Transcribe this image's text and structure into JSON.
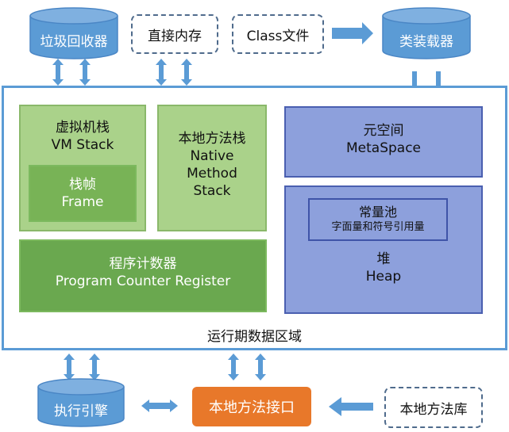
{
  "title": "运行期数据区域",
  "top": {
    "gc": "垃圾回收器",
    "direct_memory": "直接内存",
    "class_file": "Class文件",
    "class_loader": "类装载器"
  },
  "vm_stack": {
    "line1": "虚拟机栈",
    "line2": "VM Stack"
  },
  "frame": {
    "line1": "栈帧",
    "line2": "Frame"
  },
  "native_stack": {
    "line1": "本地方法栈",
    "line2": "Native",
    "line3": "Method",
    "line4": "Stack"
  },
  "metaspace": {
    "line1": "元空间",
    "line2": "MetaSpace"
  },
  "constant_pool": {
    "line1": "常量池",
    "line2": "字面量和符号引用量"
  },
  "heap": {
    "line1": "堆",
    "line2": "Heap"
  },
  "pc": {
    "line1": "程序计数器",
    "line2": "Program Counter Register"
  },
  "bottom": {
    "engine": "执行引擎",
    "native_interface": "本地方法接口",
    "native_lib": "本地方法库"
  },
  "colors": {
    "cylinder": "#5b9bd5",
    "runtime_border": "#5b9bd5",
    "arrow": "#5b9bd5",
    "orange": "#e8782a"
  }
}
